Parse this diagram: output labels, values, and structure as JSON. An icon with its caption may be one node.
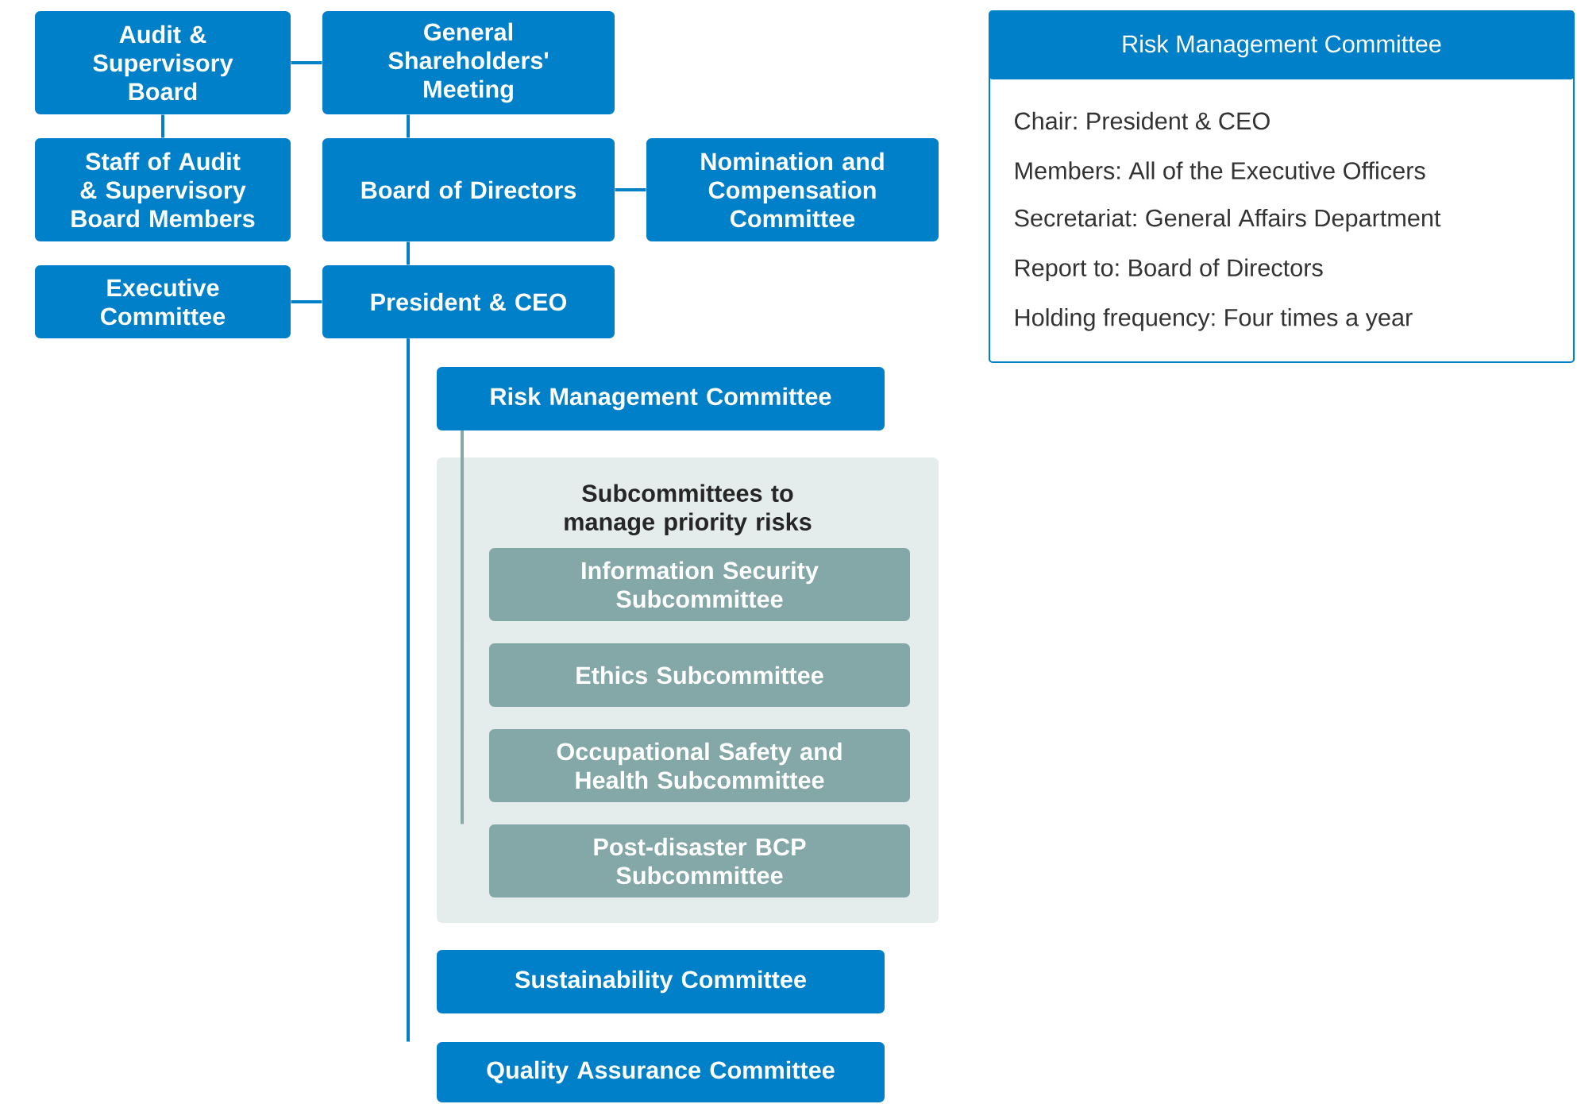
{
  "diagram": {
    "nodes": [
      {
        "text": [
          "Audit & Supervisory Board"
        ]
      },
      {
        "text": [
          "General Shareholders' Meeting"
        ]
      },
      {
        "text": [
          "Staff of Audit & Supervisory Board Members"
        ]
      },
      {
        "text": [
          "Board of Directors"
        ]
      },
      {
        "text": [
          "Nomination and Compensation Committee"
        ]
      },
      {
        "text": [
          "Executive Committee"
        ]
      },
      {
        "text": [
          "President & CEO"
        ]
      },
      {
        "text": [
          "Risk Management Committee"
        ]
      },
      {
        "text": [
          "Subcommittees to manage priority risks"
        ]
      },
      {
        "text": [
          "Information Security Subcommittee"
        ],
        "in": 8
      },
      {
        "text": [
          "Ethics Subcommittee"
        ],
        "in": 8
      },
      {
        "text": [
          "Occupational Safety and Health Subcommittee"
        ],
        "in": 8
      },
      {
        "text": [
          "Post-disaster BCP Subcommittee"
        ],
        "in": 8
      },
      {
        "text": [
          "Sustainability Committee"
        ]
      },
      {
        "text": [
          "Quality Assurance Committee"
        ]
      },
      {
        "text": [
          "Risk Management Committee",
          "Chair: President & CEO",
          "Members: All of the Executive Officers",
          "Secretariat: General Affairs Department",
          "Report to: Board of Directors",
          "Holding frequency: Four times a year"
        ]
      }
    ],
    "edges": [
      {
        "from": 0,
        "to": 1,
        "arrow": "none"
      },
      {
        "from": 0,
        "to": 2,
        "arrow": "none"
      },
      {
        "from": 1,
        "to": 3,
        "arrow": "none"
      },
      {
        "from": 3,
        "to": 4,
        "arrow": "none"
      },
      {
        "from": 3,
        "to": 6,
        "arrow": "none"
      },
      {
        "from": 5,
        "to": 6,
        "arrow": "none"
      },
      {
        "from": 6,
        "to": 7,
        "arrow": "none"
      },
      {
        "from": 6,
        "to": 13,
        "arrow": "none"
      },
      {
        "from": 6,
        "to": 14,
        "arrow": "none"
      },
      {
        "from": 7,
        "to": 9,
        "arrow": "none",
        "color": "#8aa8a8"
      },
      {
        "from": 7,
        "to": 10,
        "arrow": "none",
        "color": "#8aa8a8"
      },
      {
        "from": 7,
        "to": 11,
        "arrow": "none",
        "color": "#8aa8a8"
      },
      {
        "from": 7,
        "to": 12,
        "arrow": "none",
        "color": "#8aa8a8"
      }
    ]
  }
}
